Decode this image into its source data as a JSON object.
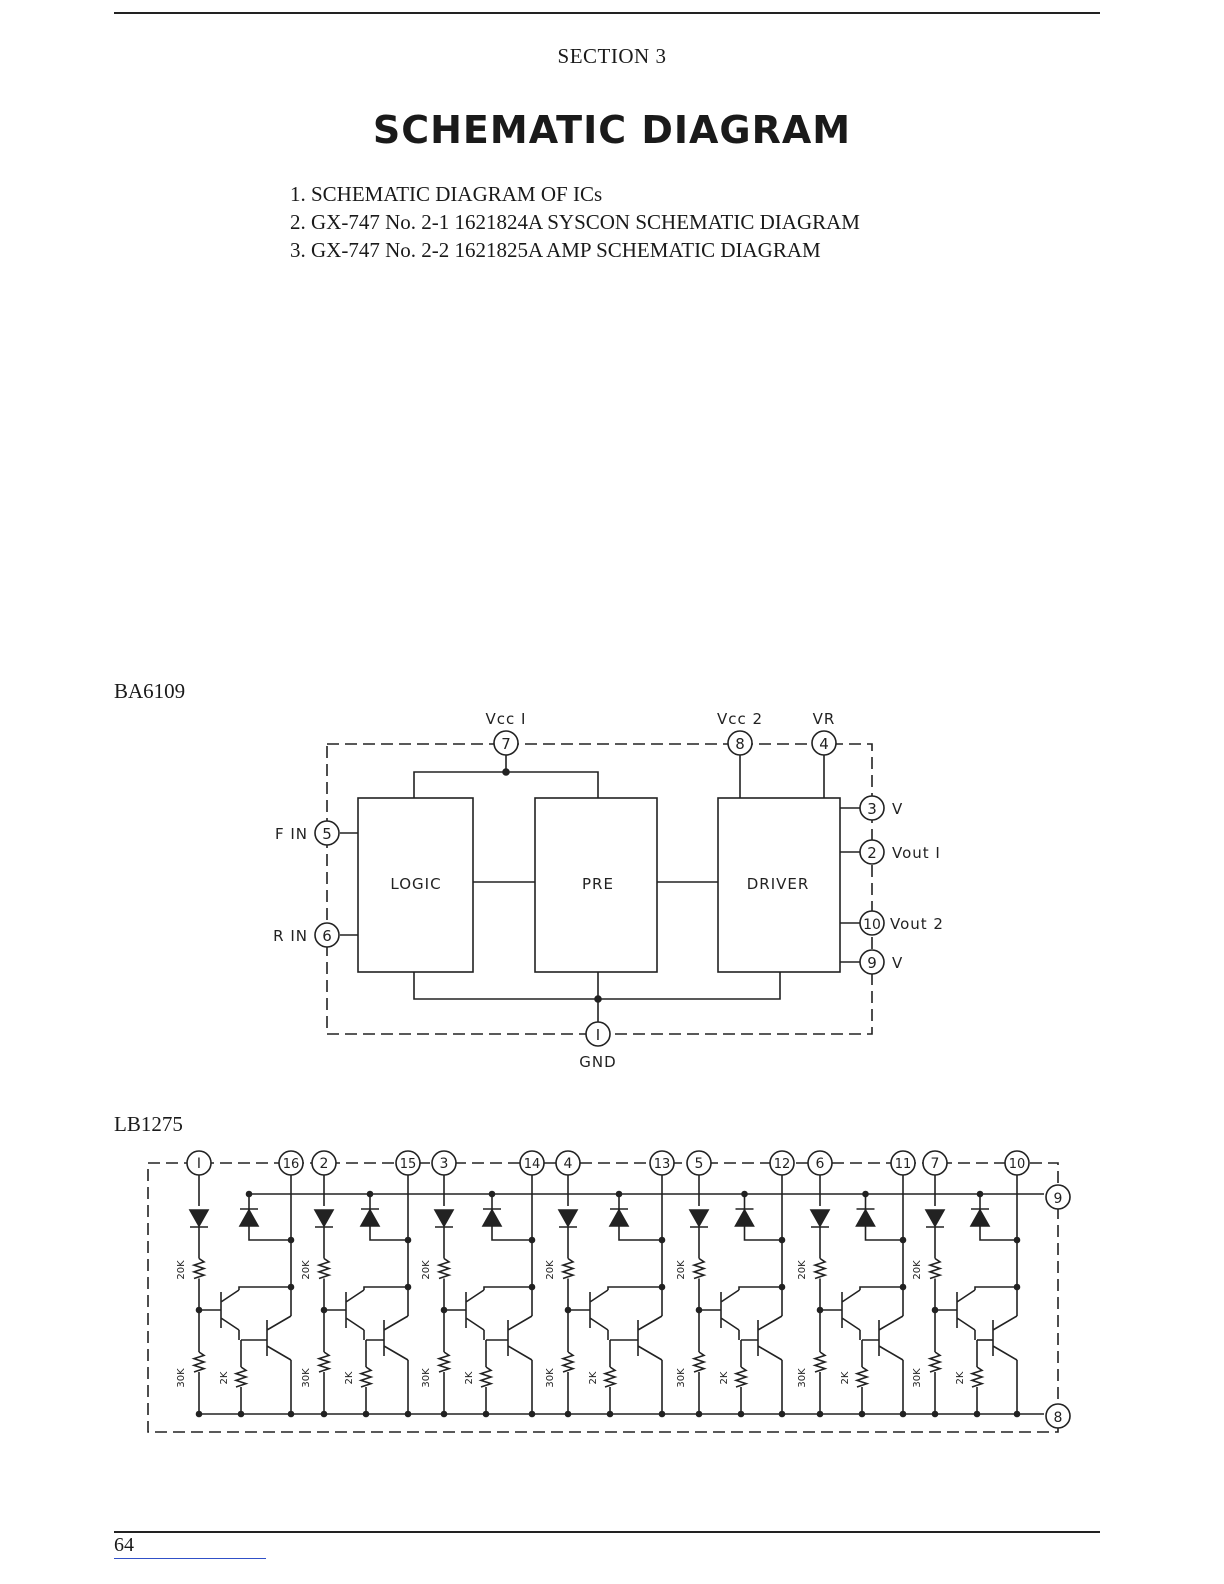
{
  "header": {
    "section_label": "SECTION 3",
    "title": "SCHEMATIC DIAGRAM"
  },
  "contents": [
    "1. SCHEMATIC DIAGRAM OF ICs",
    "2. GX-747 No. 2-1 1621824A SYSCON SCHEMATIC DIAGRAM",
    "3. GX-747 No. 2-2 1621825A AMP SCHEMATIC DIAGRAM"
  ],
  "ba6109": {
    "name": "BA6109",
    "blocks": {
      "logic": "LOGIC",
      "pre": "PRE",
      "driver": "DRIVER"
    },
    "pins": {
      "vcc1": {
        "num": "7",
        "label": "Vcc I"
      },
      "vcc2": {
        "num": "8",
        "label": "Vcc 2"
      },
      "vr": {
        "num": "4",
        "label": "VR"
      },
      "fin": {
        "num": "5",
        "label": "F IN"
      },
      "rin": {
        "num": "6",
        "label": "R IN"
      },
      "v3": {
        "num": "3",
        "label": "V"
      },
      "vout1": {
        "num": "2",
        "label": "Vout I"
      },
      "vout2": {
        "num": "10",
        "label": "Vout 2"
      },
      "v9": {
        "num": "9",
        "label": "V"
      },
      "gnd": {
        "num": "I",
        "label": "GND"
      }
    }
  },
  "lb1275": {
    "name": "LB1275",
    "top_pins": [
      "I",
      "16",
      "2",
      "15",
      "3",
      "14",
      "4",
      "13",
      "5",
      "12",
      "6",
      "11",
      "7",
      "10"
    ],
    "right_pins": {
      "top": "9",
      "bottom": "8"
    },
    "resistors": {
      "base": "20K",
      "pulldown": "30K",
      "emitter": "2K"
    }
  },
  "footer": {
    "page_number": "64"
  }
}
